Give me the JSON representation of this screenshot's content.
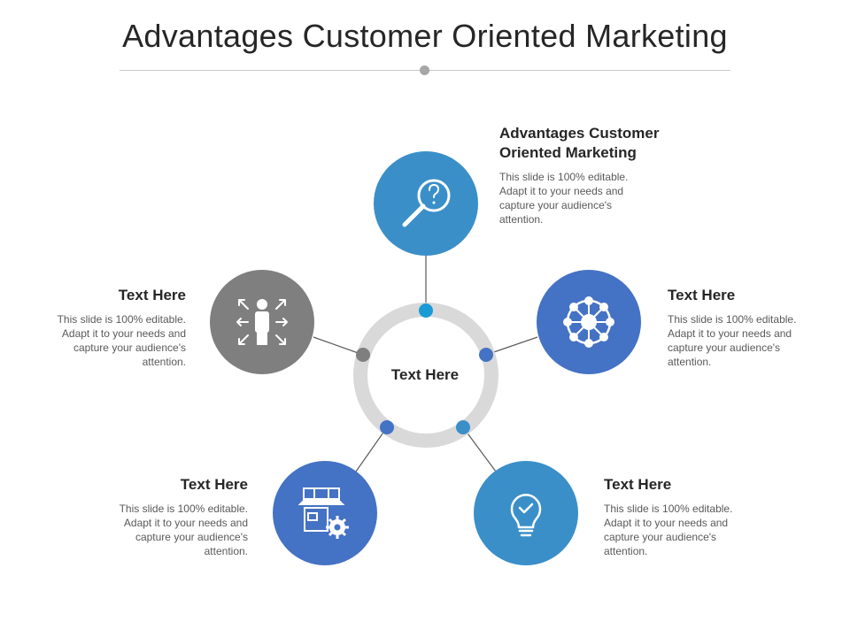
{
  "title": "Advantages Customer Oriented Marketing",
  "center_label": "Text Here",
  "colors": {
    "blue_light": "#3a8fc9",
    "blue_dark": "#4472c4",
    "gray": "#7f7f7f",
    "ring": "#d9d9d9"
  },
  "nodes": [
    {
      "id": "top",
      "icon": "magnifier-question-icon",
      "heading": "Advantages Customer Oriented Marketing",
      "body": "This slide is 100% editable. Adapt it to your needs and capture your audience's attention."
    },
    {
      "id": "right",
      "icon": "network-hub-icon",
      "heading": "Text Here",
      "body": "This slide is 100% editable. Adapt it to your needs and capture your audience's attention."
    },
    {
      "id": "bottom-right",
      "icon": "lightbulb-check-icon",
      "heading": "Text Here",
      "body": "This slide is 100% editable. Adapt it to your needs and capture your audience's attention."
    },
    {
      "id": "bottom-left",
      "icon": "store-gear-icon",
      "heading": "Text Here",
      "body": "This slide is 100% editable. Adapt it to your needs and capture your audience's attention."
    },
    {
      "id": "left",
      "icon": "person-arrows-icon",
      "heading": "Text Here",
      "body": "This slide is 100% editable. Adapt it to your needs and capture your audience's attention."
    }
  ]
}
